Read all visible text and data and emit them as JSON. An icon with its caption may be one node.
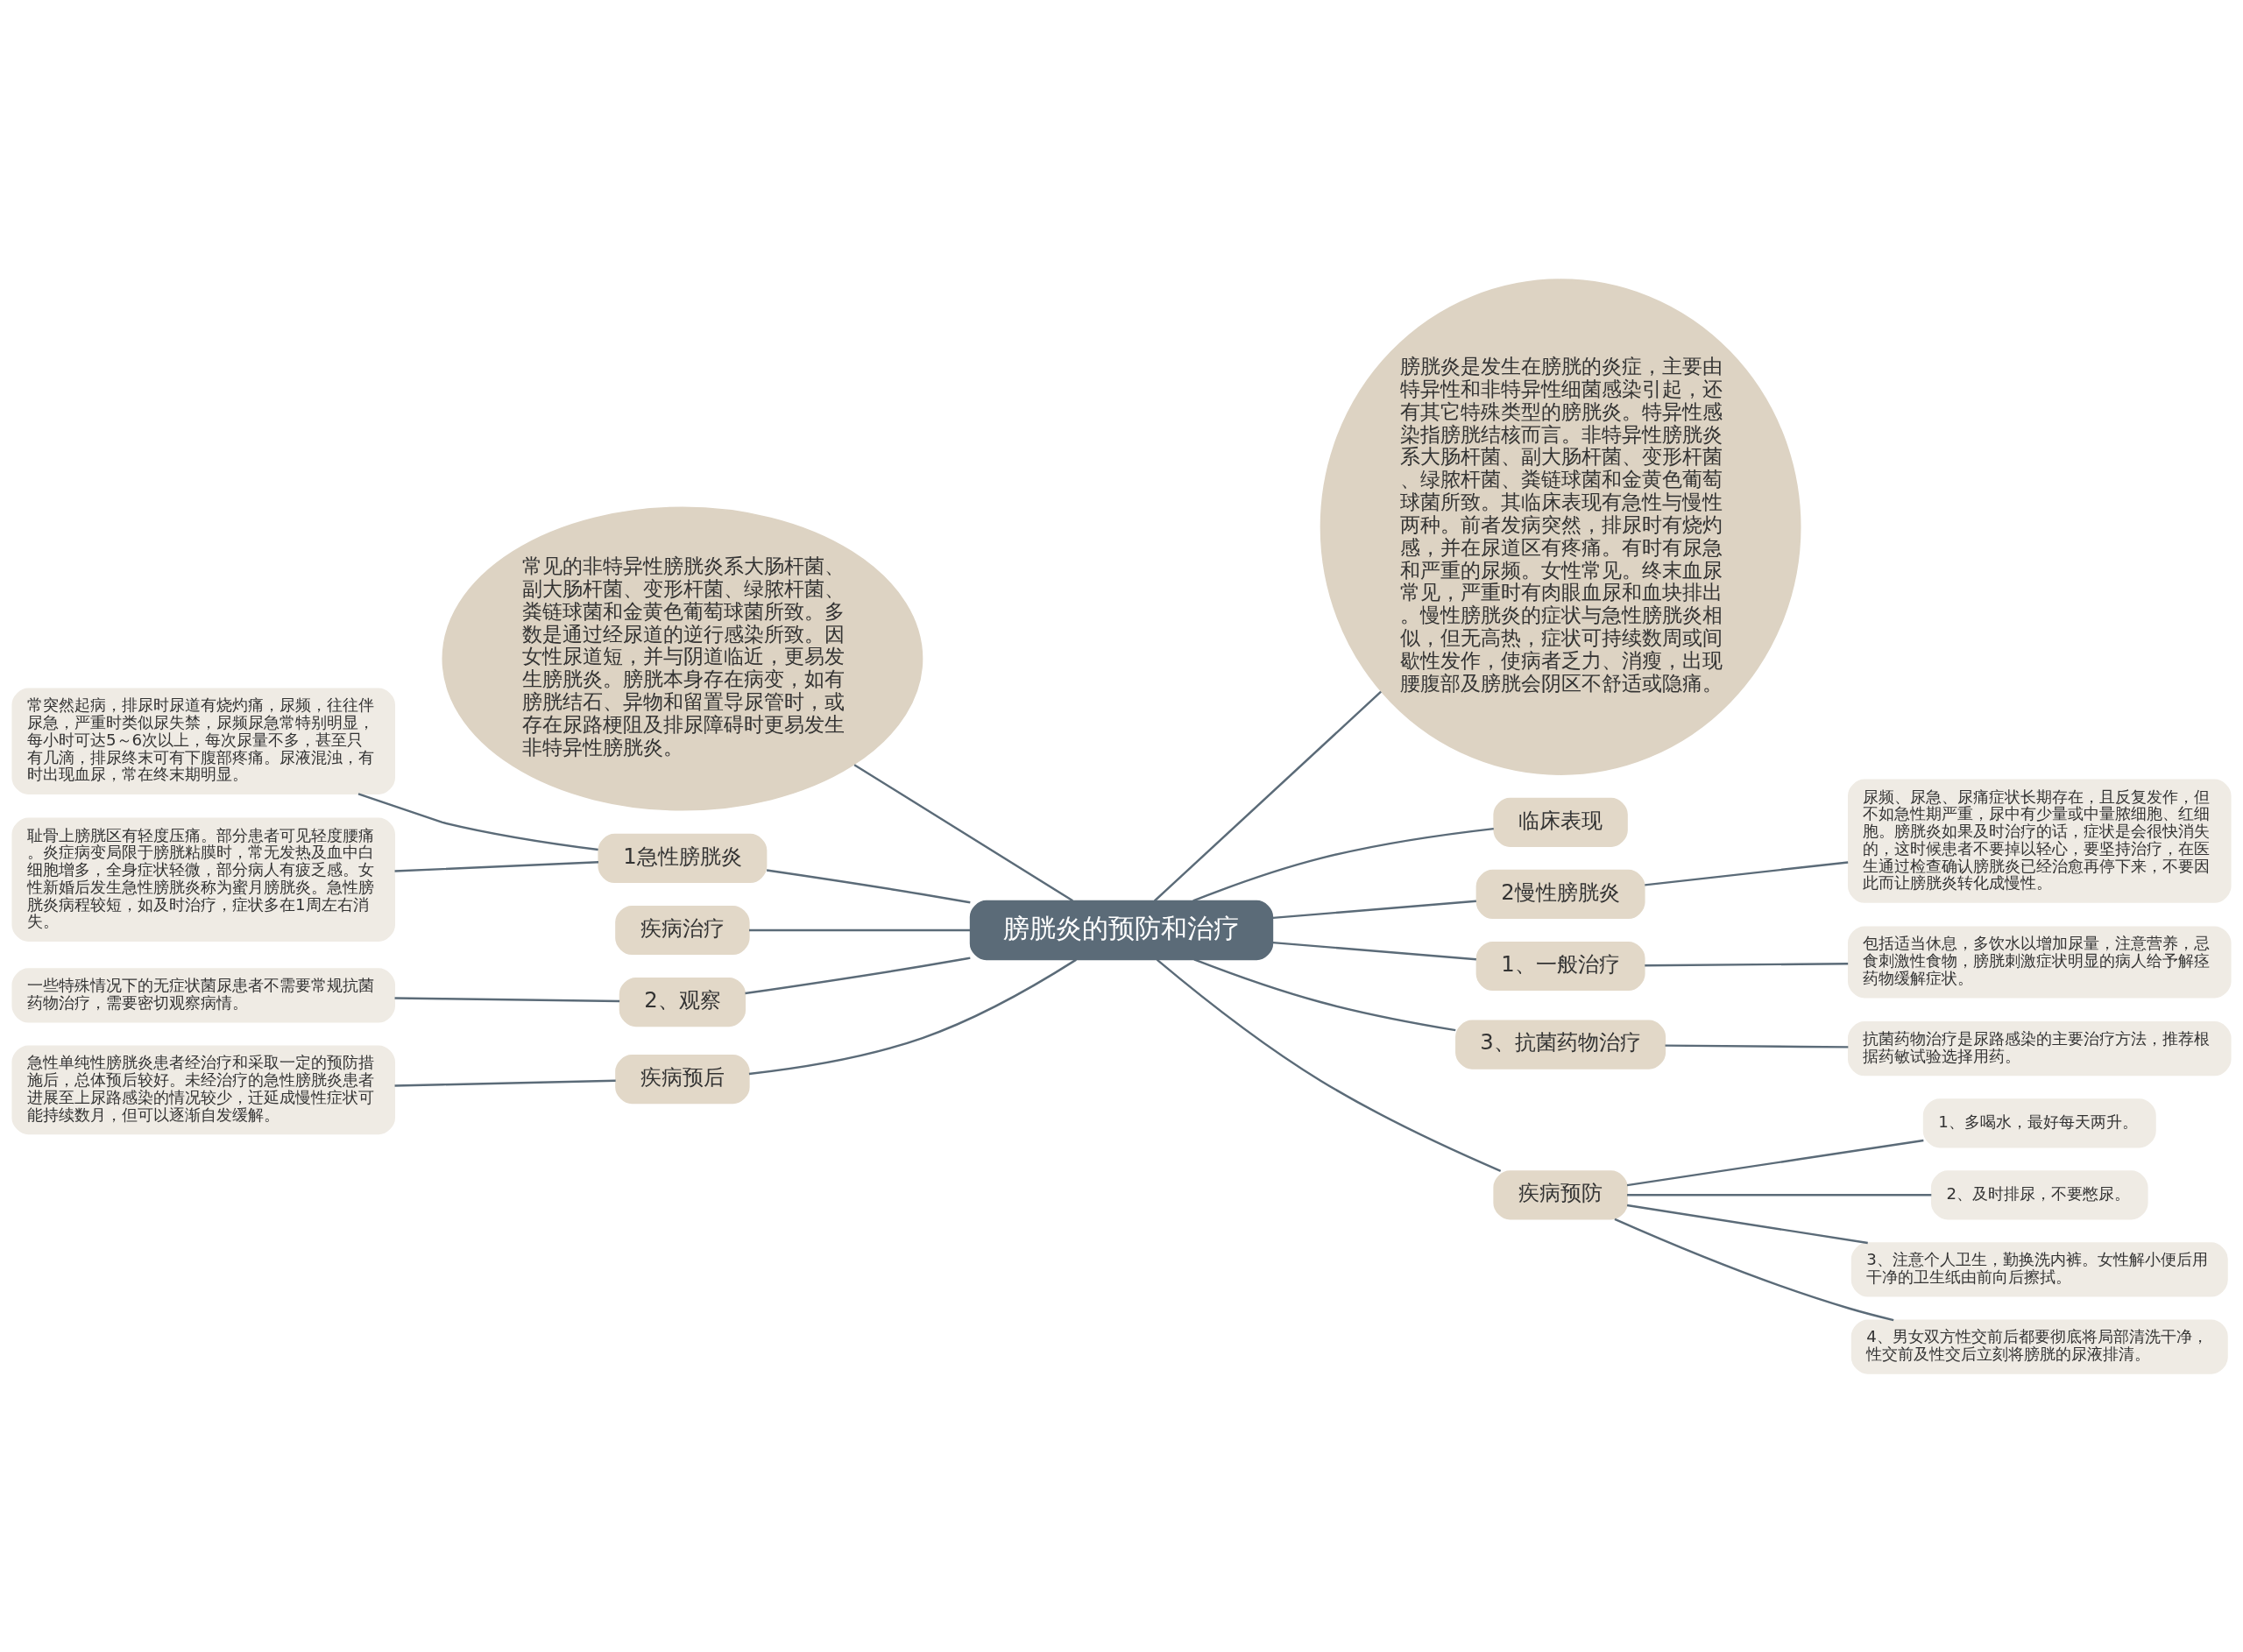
{
  "diagram": {
    "nodes": [
      {
        "text": [
          "膀胱炎的预防和治疗"
        ]
      },
      {
        "text": [
          "常见的非特异性膀胱炎系大肠杆菌、副大肠杆菌、变形杆菌、绿脓杆菌、粪链球菌和金黄色葡萄球菌所致。多数是通过经尿道的逆行感染所致。因女性尿道短，并与阴道临近，更易发生膀胱炎。膀胱本身存在病变，如有膀胱结石、异物和留置导尿管时，或存在尿路梗阻及排尿障碍时更易发生非特异性膀胱炎。"
        ]
      },
      {
        "text": [
          "1急性膀胱炎"
        ]
      },
      {
        "text": [
          "常突然起病，排尿时尿道有烧灼痛，尿频，往往伴尿急，严重时类似尿失禁，尿频尿急常特别明显，每小时可达5～6次以上，每次尿量不多，甚至只有几滴，排尿终末可有下腹部疼痛。尿液混浊，有时出现血尿，常在终末期明显。"
        ]
      },
      {
        "text": [
          "耻骨上膀胱区有轻度压痛。部分患者可见轻度腰痛。炎症病变局限于膀胱粘膜时，常无发热及血中白细胞增多，全身症状轻微，部分病人有疲乏感。女性新婚后发生急性膀胱炎称为蜜月膀胱炎。急性膀胱炎病程较短，如及时治疗，症状多在1周左右消失。"
        ]
      },
      {
        "text": [
          "疾病治疗"
        ]
      },
      {
        "text": [
          "2、观察"
        ]
      },
      {
        "text": [
          "一些特殊情况下的无症状菌尿患者不需要常规抗菌药物治疗，需要密切观察病情。"
        ]
      },
      {
        "text": [
          "疾病预后"
        ]
      },
      {
        "text": [
          "急性单纯性膀胱炎患者经治疗和采取一定的预防措施后，总体预后较好。未经治疗的急性膀胱炎患者进展至上尿路感染的情况较少，迁延成慢性症状可能持续数月，但可以逐渐自发缓解。"
        ]
      },
      {
        "text": [
          "膀胱炎是发生在膀胱的炎症，主要由特异性和非特异性细菌感染引起，还有其它特殊类型的膀胱炎。特异性感染指膀胱结核而言。非特异性膀胱炎系大肠杆菌、副大肠杆菌、变形杆菌、绿脓杆菌、粪链球菌和金黄色葡萄球菌所致。其临床表现有急性与慢性两种。前者发病突然，排尿时有烧灼感，并在尿道区有疼痛。有时有尿急和严重的尿频。女性常见。终末血尿常见，严重时有肉眼血尿和血块排出。慢性膀胱炎的症状与急性膀胱炎相似，但无高热，症状可持续数周或间歇性发作，使病者乏力、消瘦，出现腰腹部及膀胱会阴区不舒适或隐痛。"
        ]
      },
      {
        "text": [
          "临床表现"
        ]
      },
      {
        "text": [
          "2慢性膀胱炎"
        ]
      },
      {
        "text": [
          "尿频、尿急、尿痛症状长期存在，且反复发作，但不如急性期严重，尿中有少量或中量脓细胞、红细胞。膀胱炎如果及时治疗的话，症状是会很快消失的，这时候患者不要掉以轻心，要坚持治疗，在医生通过检查确认膀胱炎已经治愈再停下来，不要因此而让膀胱炎转化成慢性。"
        ]
      },
      {
        "text": [
          "1、一般治疗"
        ]
      },
      {
        "text": [
          "包括适当休息，多饮水以增加尿量，注意营养，忌食刺激性食物，膀胱刺激症状明显的病人给予解痉药物缓解症状。"
        ]
      },
      {
        "text": [
          "3、抗菌药物治疗"
        ]
      },
      {
        "text": [
          "抗菌药物治疗是尿路感染的主要治疗方法，推荐根据药敏试验选择用药。"
        ]
      },
      {
        "text": [
          "疾病预防"
        ]
      },
      {
        "text": [
          "1、多喝水，最好每天两升。"
        ]
      },
      {
        "text": [
          "2、及时排尿，不要憋尿。"
        ]
      },
      {
        "text": [
          "3、注意个人卫生，勤换洗内裤。女性解小便后用干净的卫生纸由前向后擦拭。"
        ]
      },
      {
        "text": [
          "4、男女双方性交前后都要彻底将局部清洗干净，性交前及性交后立刻将膀胱的尿液排清。"
        ]
      }
    ],
    "edges": [
      {
        "from": 0,
        "to": 1,
        "arrow": "none"
      },
      {
        "from": 0,
        "to": 2,
        "arrow": "none"
      },
      {
        "from": 2,
        "to": 3,
        "arrow": "none"
      },
      {
        "from": 2,
        "to": 4,
        "arrow": "none"
      },
      {
        "from": 0,
        "to": 5,
        "arrow": "none"
      },
      {
        "from": 0,
        "to": 6,
        "arrow": "none"
      },
      {
        "from": 6,
        "to": 7,
        "arrow": "none"
      },
      {
        "from": 0,
        "to": 8,
        "arrow": "none"
      },
      {
        "from": 8,
        "to": 9,
        "arrow": "none"
      },
      {
        "from": 0,
        "to": 10,
        "arrow": "none"
      },
      {
        "from": 0,
        "to": 11,
        "arrow": "none"
      },
      {
        "from": 0,
        "to": 12,
        "arrow": "none"
      },
      {
        "from": 12,
        "to": 13,
        "arrow": "none"
      },
      {
        "from": 0,
        "to": 14,
        "arrow": "none"
      },
      {
        "from": 14,
        "to": 15,
        "arrow": "none"
      },
      {
        "from": 0,
        "to": 16,
        "arrow": "none"
      },
      {
        "from": 16,
        "to": 17,
        "arrow": "none"
      },
      {
        "from": 0,
        "to": 18,
        "arrow": "none"
      },
      {
        "from": 18,
        "to": 19,
        "arrow": "none"
      },
      {
        "from": 18,
        "to": 20,
        "arrow": "none"
      },
      {
        "from": 18,
        "to": 21,
        "arrow": "none"
      },
      {
        "from": 18,
        "to": 22,
        "arrow": "none"
      }
    ]
  }
}
